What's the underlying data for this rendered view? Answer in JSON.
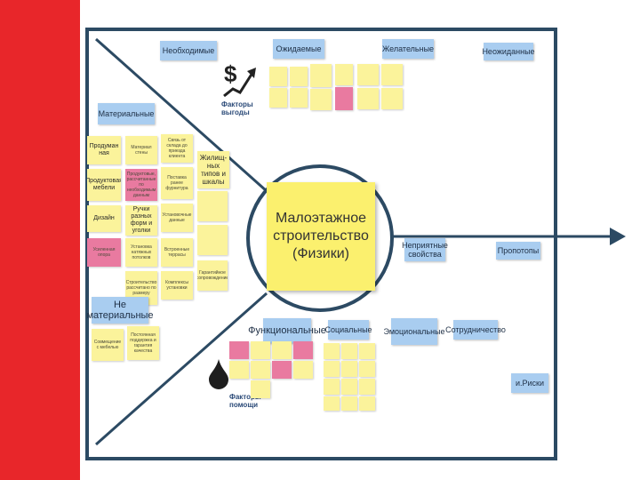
{
  "colors": {
    "accent_red": "#e8262a",
    "frame": "#2c4a63",
    "sticky_blue": "#a9cdf0",
    "sticky_yellow": "#fbf39b",
    "sticky_pink": "#e97aa0"
  },
  "icons": {
    "gain": "dollar-arrow-icon",
    "pain": "drop-icon"
  },
  "center": {
    "title": "Малоэтажное строительство (Физики)"
  },
  "captions": {
    "gain": "Факторы выгоды",
    "pain": "Факторы помощи"
  },
  "headers": {
    "necessary": "Необходимые",
    "expected": "Ожидаемые",
    "desired": "Желательные",
    "unexpected": "Неожиданные",
    "material": "Материальные",
    "nonmaterial": "Не материальные",
    "functional": "Функциональные",
    "social": "Социальные",
    "emotional": "Эмоциональные",
    "unpleasant": "Неприятные свойства",
    "costs": "Пропотопы",
    "risks": "и.Риски",
    "cooperation": "Сотрудничество"
  },
  "material_notes": {
    "n1": "Продуман ная",
    "n2": "Материал стены",
    "n3": "Связь от склада до приезда клиента",
    "n4": "Продуктовая мебели",
    "n5": "Продуктовые, рассчитанные по необходимым данным",
    "n6": "Поставка ранее фурнитура",
    "n7": "Жилищ-ных типов и шкалы",
    "n8": "Дизайн",
    "n9": "Ручки разных форм и уголки",
    "n10": "Установочные данные",
    "n11": "Усиленная опора",
    "n12": "Установка натяжных потолков",
    "n13": "Встроенные террасы",
    "n14": "Строительство рассчитано по размеру",
    "n15": "Комплексы установки",
    "n16": "Гарантийное сопровождение"
  },
  "nonmaterial_notes": {
    "n1": "Совмещение с мебелью",
    "n2": "Постоянная поддержка и гарантия качества"
  }
}
